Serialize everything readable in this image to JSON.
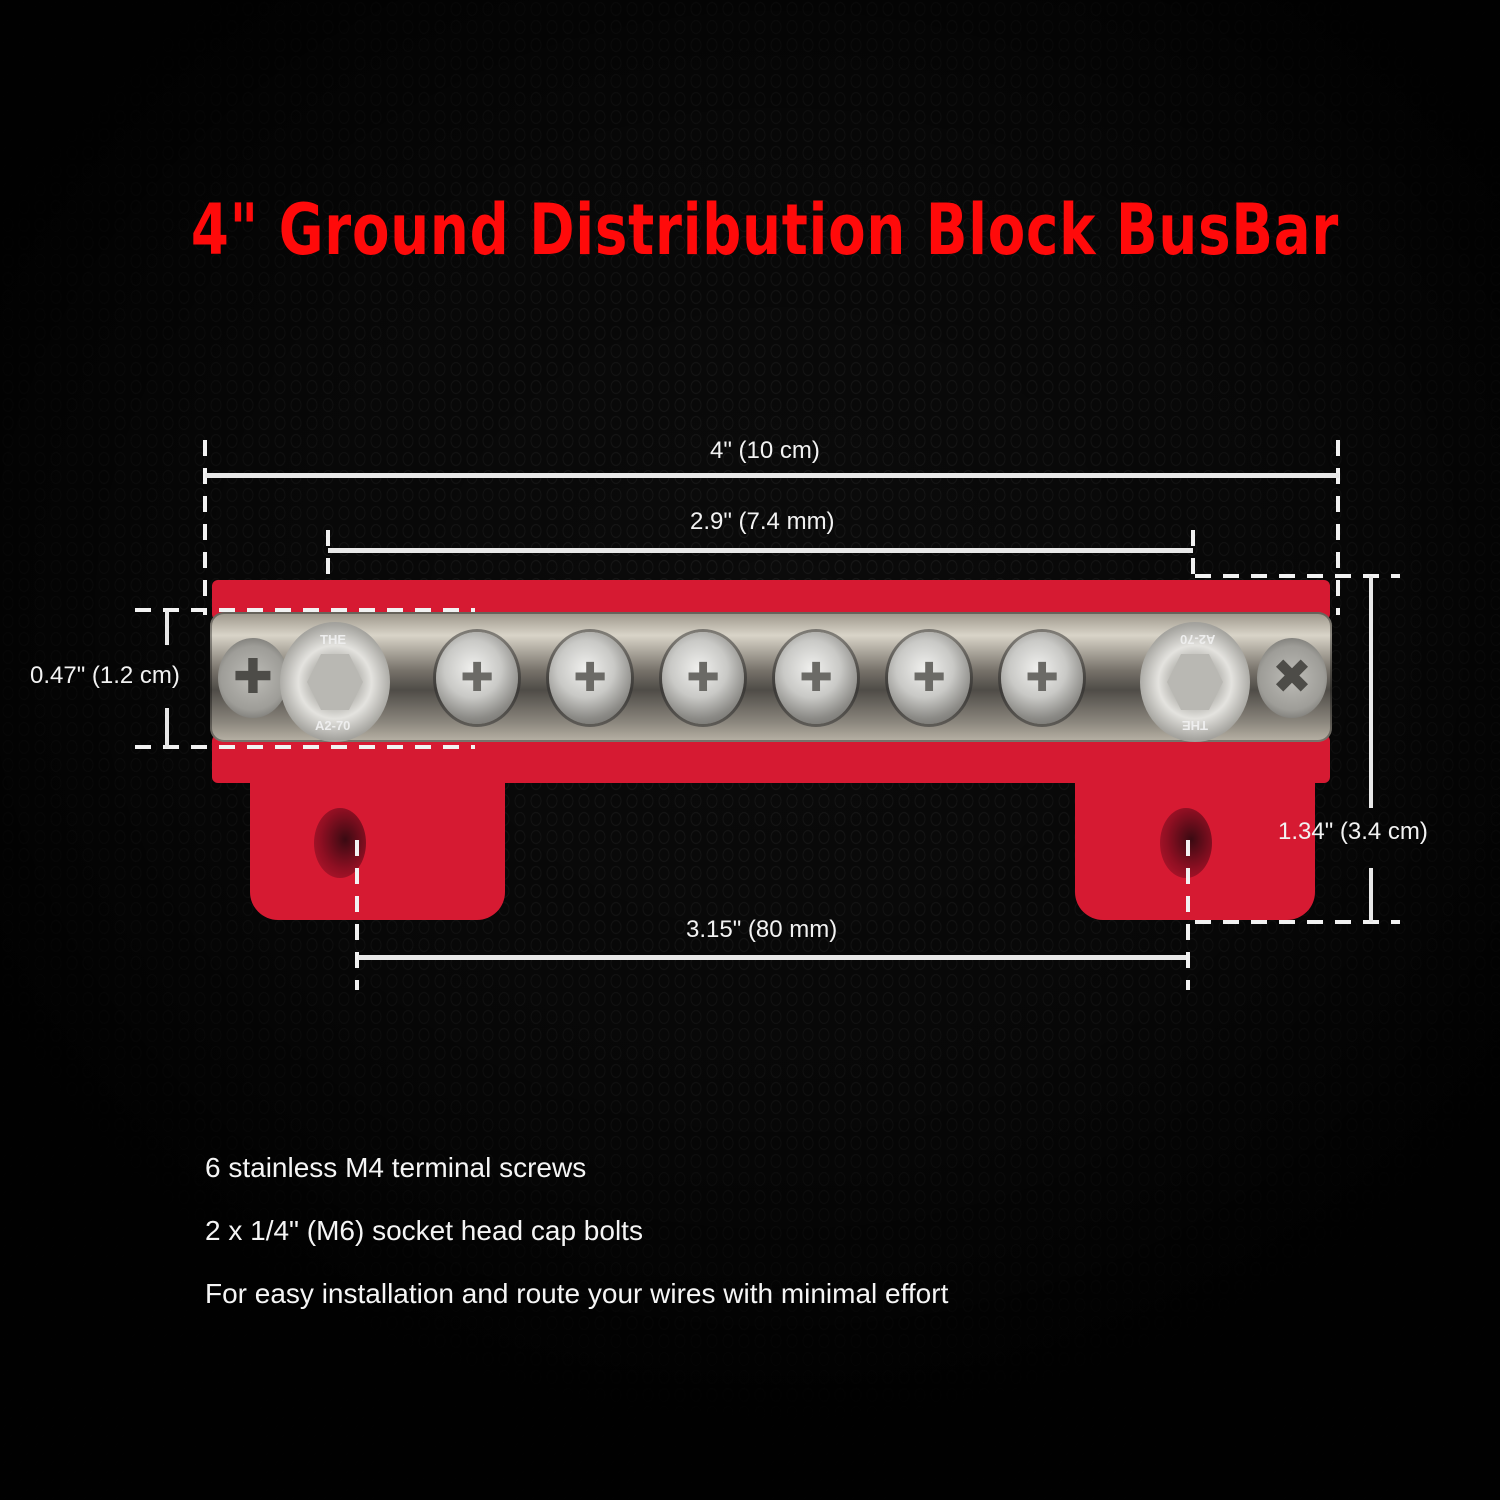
{
  "title": "4\" Ground Distribution Block BusBar",
  "colors": {
    "title_red": "#ff0a0a",
    "housing_red": "#d61a32",
    "background": "#050505",
    "dimension_lines": "#e8e8e8"
  },
  "dimensions": {
    "overall_length": "4\" (10 cm)",
    "stud_spacing": "2.9\" (7.4 mm)",
    "bar_height": "0.47\" (1.2 cm)",
    "total_height": "1.34\" (3.4 cm)",
    "mounting_hole_spacing": "3.15\" (80 mm)"
  },
  "bolt_markings": {
    "left_top": "THE",
    "left_bottom": "A2-70",
    "right_top": "A2-70",
    "right_bottom": "THE"
  },
  "terminal_screws": {
    "count": 6
  },
  "features": [
    "6 stainless M4 terminal screws",
    "2 x 1/4\" (M6) socket head cap bolts",
    "For easy installation and route your wires with minimal effort"
  ]
}
